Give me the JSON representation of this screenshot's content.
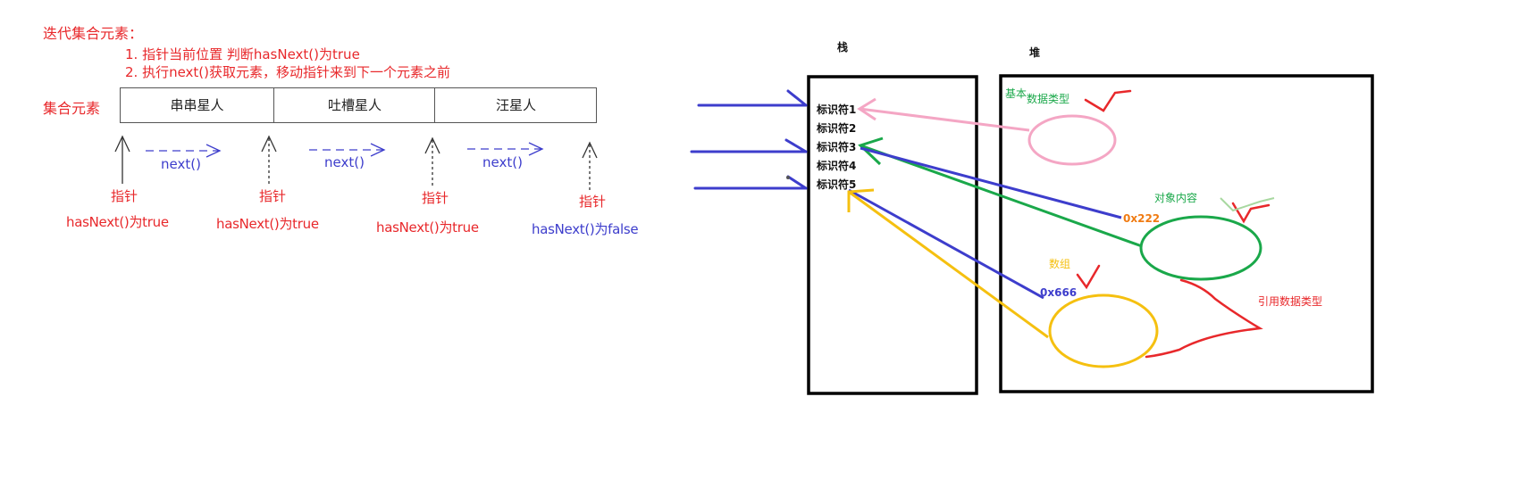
{
  "iterator": {
    "title": "迭代集合元素：",
    "step1": "1. 指针当前位置 判断hasNext()为true",
    "step2": "2. 执行next()获取元素，移动指针来到下一个元素之前",
    "collection_label": "集合元素",
    "cells": [
      "串串星人",
      "吐槽星人",
      "汪星人"
    ],
    "next_labels": [
      "next()",
      "next()",
      "next()"
    ],
    "pointer_labels": [
      "指针",
      "指针",
      "指针",
      "指针"
    ],
    "hasnext_labels": [
      "hasNext()为true",
      "hasNext()为true",
      "hasNext()为true",
      "hasNext()为false"
    ]
  },
  "memory": {
    "stack_title": "栈",
    "heap_title": "堆",
    "identifiers": [
      "标识符1",
      "标识符2",
      "标识符3",
      "标识符4",
      "标识符5"
    ],
    "basic_a": "基本",
    "basic_b": "数据类型",
    "object_content": "对象内容",
    "addr_object": "0x222",
    "array_label": "数组",
    "addr_array": "0x666",
    "reference_types": "引用数据类型"
  },
  "colors": {
    "red": "#e8282b",
    "blue": "#3d3dcc",
    "green": "#1aa84a",
    "pink": "#f4a6c4",
    "yellow": "#f5c010",
    "orange": "#f07b12"
  }
}
